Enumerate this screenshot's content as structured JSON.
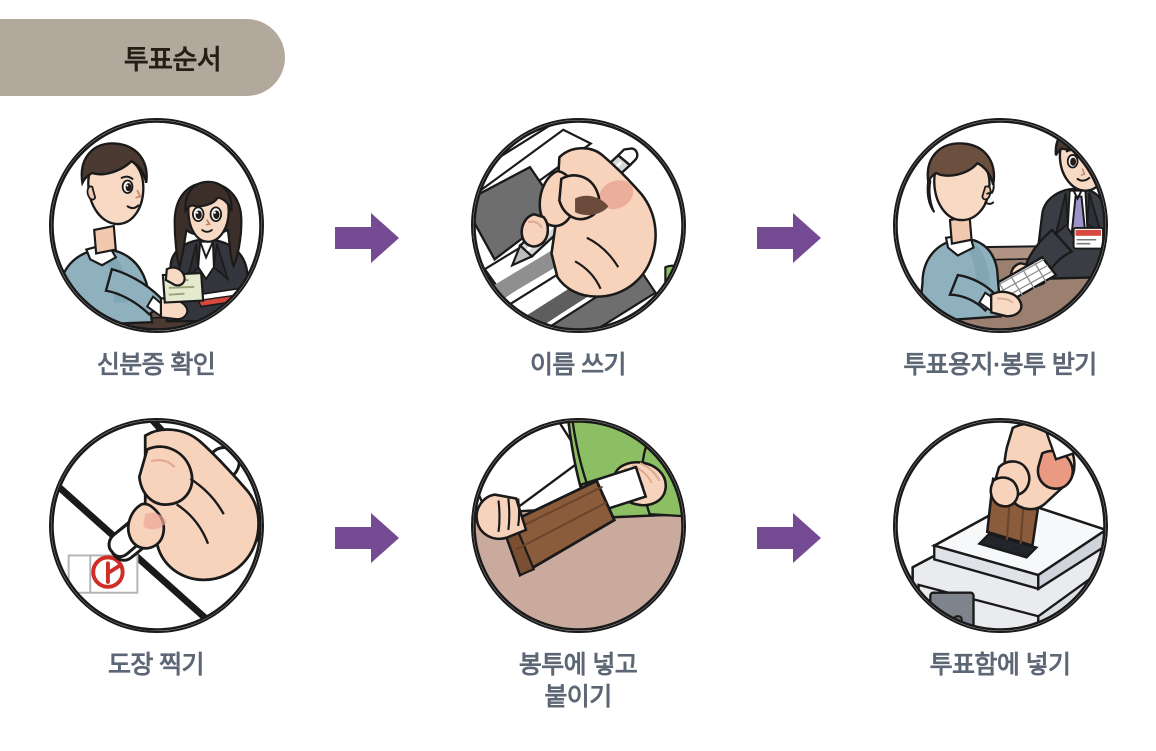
{
  "header": {
    "title": "투표순서",
    "badge_color": "#b3a89c",
    "title_color": "#231f16"
  },
  "theme": {
    "caption_color": "#5c6674",
    "arrow_color": "#744a93",
    "circle_outline_color": "#1a1a1a",
    "background": "#ffffff"
  },
  "steps": [
    {
      "index": "1",
      "caption": "신분증 확인",
      "icon_name": "id-check-illustration",
      "alt": "유권자가 책상에서 신분증을 제시하고 사무원이 확인하는 그림"
    },
    {
      "index": "2",
      "caption": "이름 쓰기",
      "icon_name": "sign-name-illustration",
      "alt": "손으로 펜을 잡고 선거인명부에 이름을 쓰는 그림"
    },
    {
      "index": "3",
      "caption": "투표용지·봉투 받기",
      "icon_name": "receive-ballot-illustration",
      "alt": "사무원이 유권자에게 투표용지와 봉투를 건네주는 그림"
    },
    {
      "index": "4",
      "caption": "도장 찍기",
      "icon_name": "stamp-ballot-illustration",
      "alt": "기표용구로 투표용지에 도장을 찍는 그림"
    },
    {
      "index": "5",
      "caption": "봉투에 넣고\n붙이기",
      "icon_name": "seal-envelope-illustration",
      "alt": "투표용지를 봉투에 넣고 봉하는 그림"
    },
    {
      "index": "6",
      "caption": "투표함에 넣기",
      "icon_name": "ballot-box-illustration",
      "alt": "봉투를 투표함 투입구에 넣는 그림"
    }
  ],
  "arrows": [
    {
      "name": "arrow-step1-to-step2",
      "glyph": "right-arrow-icon"
    },
    {
      "name": "arrow-step2-to-step3",
      "glyph": "right-arrow-icon"
    },
    {
      "name": "arrow-step4-to-step5",
      "glyph": "right-arrow-icon"
    },
    {
      "name": "arrow-step5-to-step6",
      "glyph": "right-arrow-icon"
    }
  ]
}
